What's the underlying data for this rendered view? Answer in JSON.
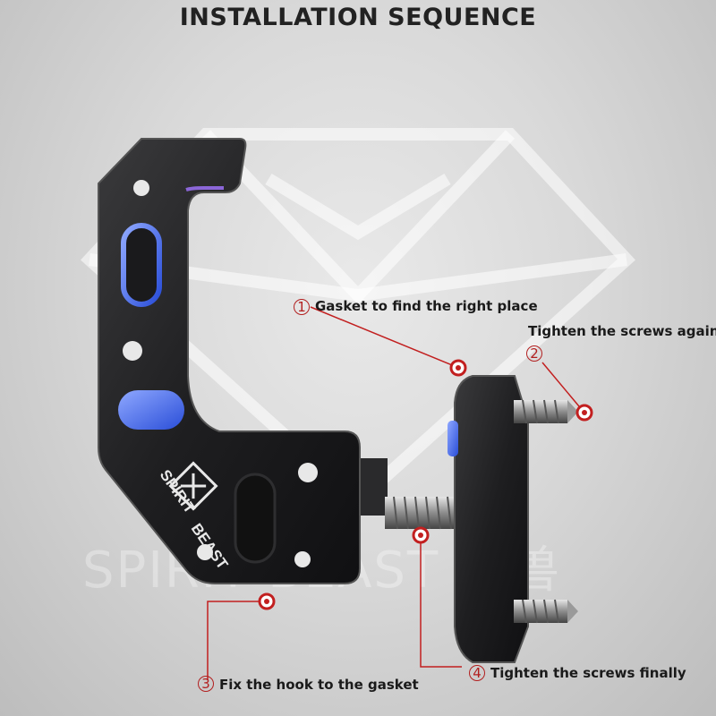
{
  "title": "INSTALLATION SEQUENCE",
  "watermark": "SPIRIT BEAST 灵兽",
  "brand": {
    "line1": "SPIRIT",
    "line2": "BEAST"
  },
  "steps": [
    {
      "number": "1",
      "label": "Gasket to find the right place"
    },
    {
      "number": "2",
      "label": "Tighten the screws again"
    },
    {
      "number": "3",
      "label": "Fix the hook to the gasket"
    },
    {
      "number": "4",
      "label": "Tighten the screws finally"
    }
  ],
  "colors": {
    "accent": "#c21f1f",
    "bracket": "#1f1f21",
    "led": "#4a6cf0"
  }
}
